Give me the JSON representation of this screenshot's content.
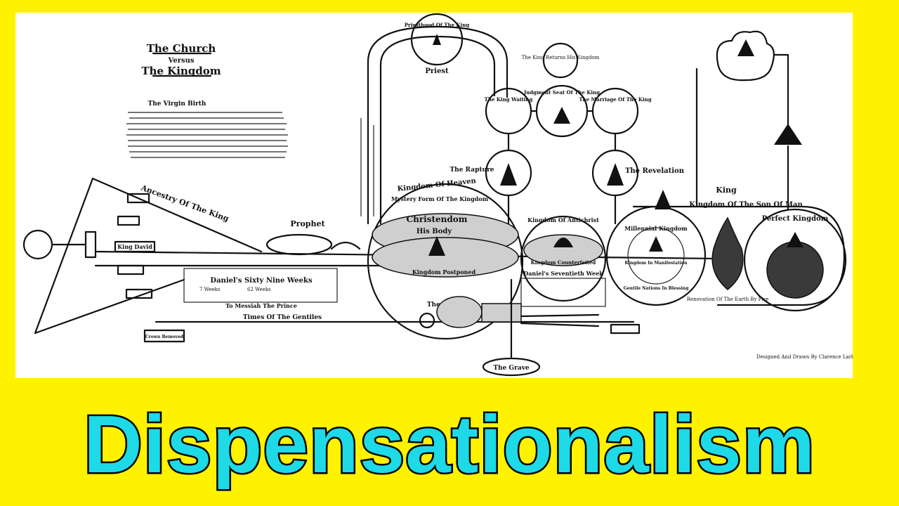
{
  "chart": {
    "title_lines": [
      "The Church",
      "Versus",
      "The Kingdom"
    ],
    "labels": {
      "virgin_birth": "The Virgin Birth",
      "priesthood": "Priesthood Of The King",
      "priest": "Priest",
      "the_king_returns": "The King Returns His Kingdom",
      "the_king_waiting": "The King Waiting",
      "judgment_seat": "Judgment Seat Of The King",
      "marriage": "The Marriage Of The King",
      "rapture": "The Rapture",
      "revelation": "The Revelation",
      "king": "King",
      "kingdom_son_of_man": "Kingdom Of The Son Of Man",
      "kingdom_of_heaven": "Kingdom Of Heaven",
      "mystery_form": "Mystery Form Of The Kingdom",
      "christendom": "Christendom",
      "his_body": "His Body",
      "kingdom_postponed": "Kingdom Postponed",
      "the_nation": "The Nation",
      "kingdom_antichrist": "Kingdom Of Antichrist",
      "kingdom_counterfeit": "Kingdom Counterfeited",
      "daniels_70th": "Daniel's Seventieth Week",
      "millennial_kingdom": "Millennial Kingdom",
      "kingdom_manifestation": "Kingdom In Manifestation",
      "gentile_nations": "Gentile Nations In Blessing",
      "renovation": "Renovation Of The Earth By Fire",
      "perfect_kingdom": "Perfect Kingdom",
      "ancestry": "Ancestry Of The King",
      "king_david": "King David",
      "prophet": "Prophet",
      "daniels_69": "Daniel's Sixty Nine Weeks",
      "messiah_prince": "To Messiah The Prince",
      "times_gentiles": "Times Of The Gentiles",
      "crown_removed": "Crown Removed",
      "the_grave": "The Grave",
      "seven_weeks": "7 Weeks",
      "sixtytwo_weeks": "62 Weeks",
      "designer": "Designed And Drawn By Clarence Larkin"
    }
  },
  "banner": {
    "text": "Dispensationalism",
    "fill_color": "#1ED9E6",
    "background_color": "#FFF200"
  }
}
